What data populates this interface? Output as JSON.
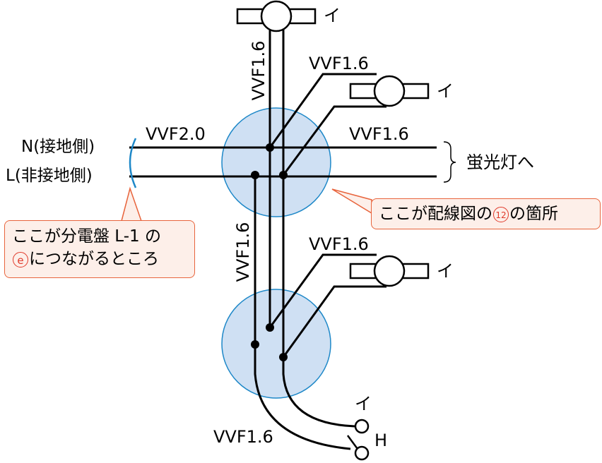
{
  "wires": {
    "top_vertical": "VVF1.6",
    "right_top_lamp": "VVF1.6",
    "left_feed": "VVF2.0",
    "right_feed": "VVF1.6",
    "lower_vertical": "VVF1.6",
    "right_lower_lamp": "VVF1.6",
    "bottom_switch": "VVF1.6"
  },
  "lines": {
    "n_line": "N(接地側)",
    "l_line": "L(非接地側)"
  },
  "fluorescent": "蛍光灯へ",
  "lamp_labels": {
    "top": "イ",
    "right_top": "イ",
    "right_lower": "イ"
  },
  "switch_labels": {
    "i": "イ",
    "h": "H"
  },
  "callout_left": {
    "line1": "ここが分電盤 L-1 の",
    "marker": "e",
    "line2_rest": "につながるところ"
  },
  "callout_right": {
    "before": "ここが配線図の",
    "marker": "12",
    "after": "の箇所"
  },
  "colors": {
    "box_fill": "#cfe0f3",
    "box_stroke": "#1e88c8",
    "callout_fill": "#fdefe9",
    "callout_stroke": "#e8643c",
    "marker": "#e03a2a",
    "bracket": "#1e88c8"
  }
}
